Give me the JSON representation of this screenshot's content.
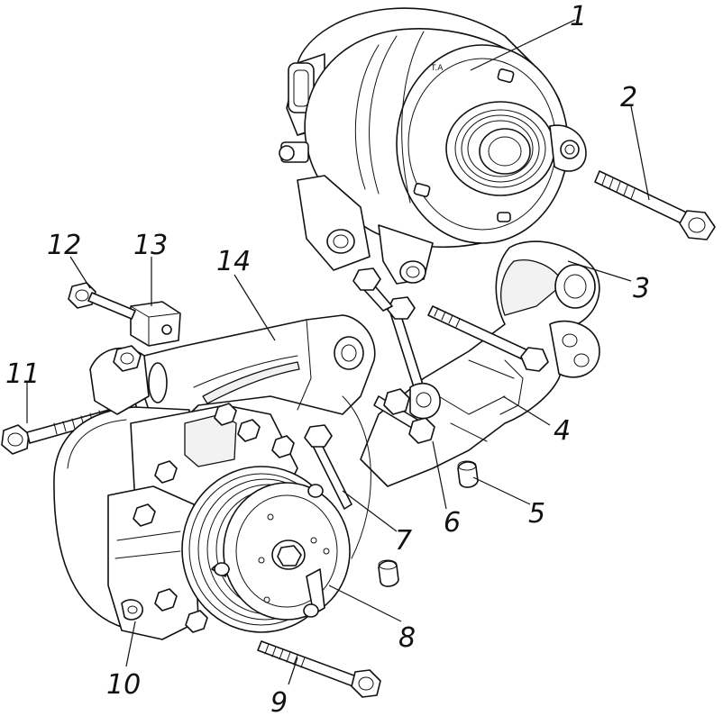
{
  "callouts": [
    {
      "id": "1",
      "label": "1"
    },
    {
      "id": "2",
      "label": "2"
    },
    {
      "id": "3",
      "label": "3"
    },
    {
      "id": "4",
      "label": "4"
    },
    {
      "id": "5",
      "label": "5"
    },
    {
      "id": "6",
      "label": "6"
    },
    {
      "id": "7",
      "label": "7"
    },
    {
      "id": "8",
      "label": "8"
    },
    {
      "id": "9",
      "label": "9"
    },
    {
      "id": "10",
      "label": "10"
    },
    {
      "id": "11",
      "label": "11"
    },
    {
      "id": "12",
      "label": "12"
    },
    {
      "id": "13",
      "label": "13"
    },
    {
      "id": "14",
      "label": "14"
    }
  ],
  "alternator_marking": "T.A"
}
